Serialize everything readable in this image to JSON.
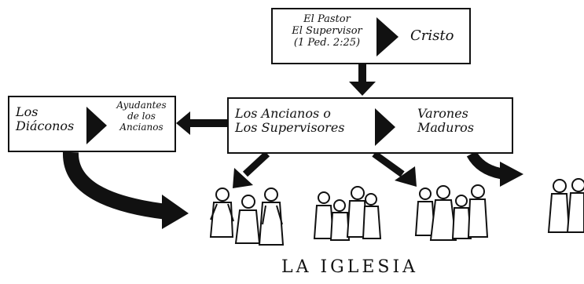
{
  "top_box": {
    "line1": "El Pastor",
    "line2": "El Supervisor",
    "line3": "(1 Ped. 2:25)",
    "right": "Cristo"
  },
  "middle_box": {
    "left_line1": "Los Ancianos o",
    "left_line2": "Los Supervisores",
    "right_line1": "Varones",
    "right_line2": "Maduros"
  },
  "left_box": {
    "left_line1": "Los",
    "left_line2": "Diáconos",
    "right_line1": "Ayudantes",
    "right_line2": "de los",
    "right_line3": "Ancianos"
  },
  "footer": {
    "label": "LA IGLESIA"
  }
}
